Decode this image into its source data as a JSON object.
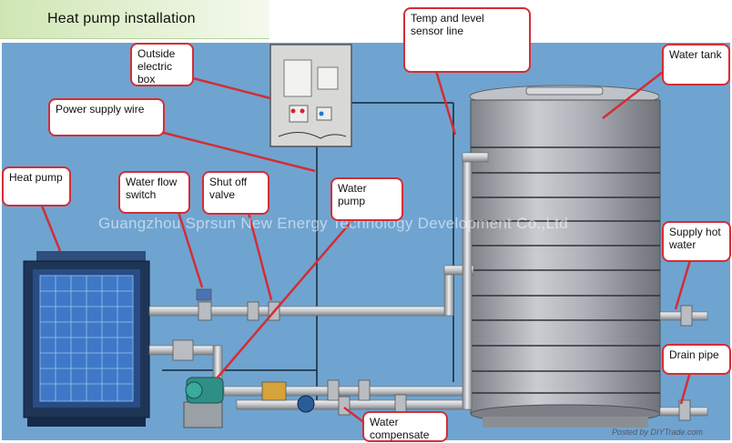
{
  "title": "Heat pump installation",
  "labels": {
    "outside_box": "Outside\nelectric\nbox",
    "temp_sensor": "Temp and level\nsensor line",
    "water_tank": "Water tank",
    "power_wire": "Power supply wire",
    "heat_pump": "Heat pump",
    "flow_switch": "Water flow\nswitch",
    "shutoff_valve": "Shut off\nvalve",
    "water_pump": "Water pump",
    "supply_hot": "Supply hot\nwater",
    "drain_pipe": "Drain pipe",
    "compensate": "Water\ncompensate"
  },
  "watermark": "Guangzhou Sprsun New Energy Technology Development Co.,Ltd",
  "credit": "Posted by DIYTrade.com",
  "colors": {
    "callout_border": "#d42d35",
    "background": "#6fa4d0",
    "title_bg": "#cfe6b4"
  }
}
